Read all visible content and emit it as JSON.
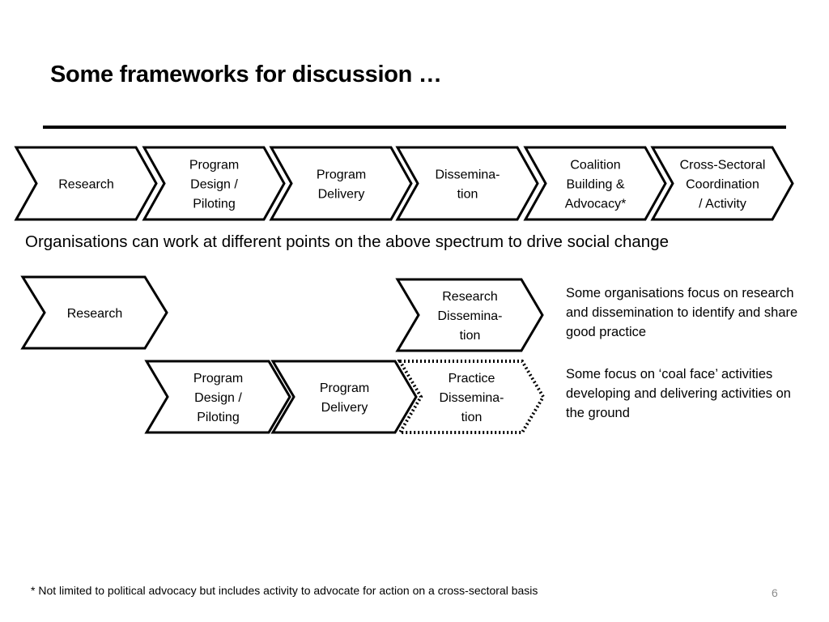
{
  "title": "Some frameworks for discussion …",
  "spectrum": [
    {
      "id": "research",
      "lines": [
        "Research"
      ]
    },
    {
      "id": "program-design",
      "lines": [
        "Program",
        "Design /",
        "Piloting"
      ]
    },
    {
      "id": "program-delivery",
      "lines": [
        "Program",
        "Delivery"
      ]
    },
    {
      "id": "dissemination",
      "lines": [
        "Dissemina-",
        "tion"
      ]
    },
    {
      "id": "coalition-building",
      "lines": [
        "Coalition",
        "Building &",
        "Advocacy*"
      ]
    },
    {
      "id": "cross-sectoral",
      "lines": [
        "Cross-Sectoral",
        "Coordination",
        "/ Activity"
      ]
    }
  ],
  "statement": "Organisations can work at different points on the above spectrum to drive social change",
  "research_path": [
    {
      "id": "research",
      "lines": [
        "Research"
      ]
    },
    {
      "id": "research-dissemination",
      "lines": [
        "Research",
        "Dissemina-",
        "tion"
      ]
    }
  ],
  "practice_path": [
    {
      "id": "program-design",
      "lines": [
        "Program",
        "Design /",
        "Piloting"
      ]
    },
    {
      "id": "program-delivery",
      "lines": [
        "Program",
        "Delivery"
      ]
    },
    {
      "id": "practice-dissemination",
      "lines": [
        "Practice",
        "Dissemina-",
        "tion"
      ],
      "style": "dotted"
    }
  ],
  "notes": {
    "research": "Some organisations focus on research and dissemination to identify and share good practice",
    "practice": "Some focus on ‘coal face’ activities developing and delivering activities on the ground"
  },
  "footnote": "* Not limited to political advocacy  but includes activity to advocate for action on a cross-sectoral basis",
  "page_number": "6"
}
